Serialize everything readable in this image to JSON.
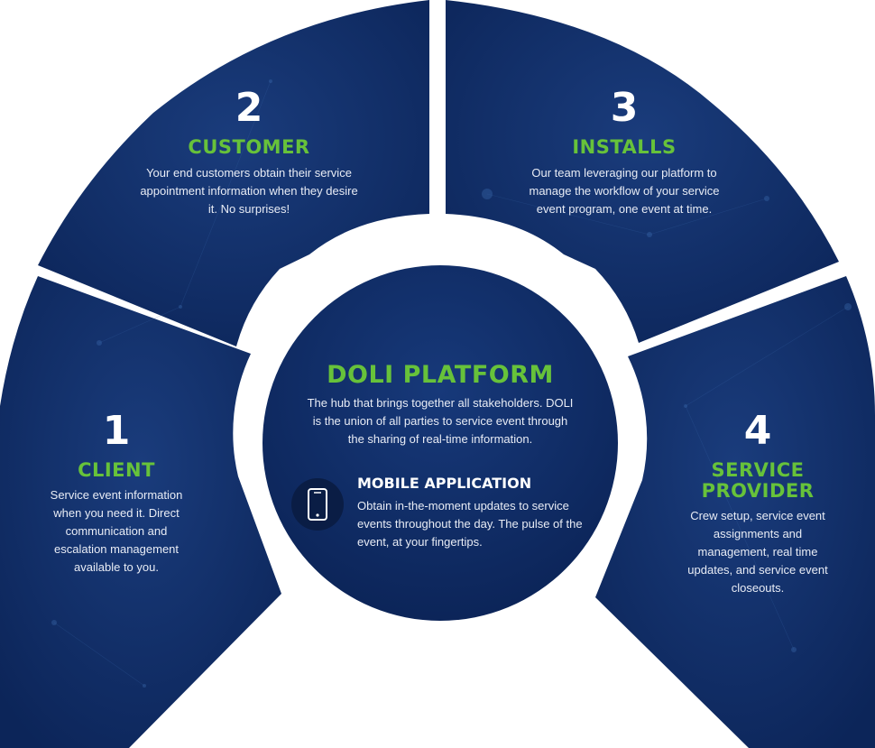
{
  "colors": {
    "panel": "#0e2a63",
    "panel_light": "#1b3d7e",
    "accent_green": "#67c23a",
    "icon_circle": "#0a1d45",
    "background": "#ffffff"
  },
  "segments": [
    {
      "number": "1",
      "title": "CLIENT",
      "title_line2": "",
      "description": "Service event information when you need it. Direct communication and escalation management available to you."
    },
    {
      "number": "2",
      "title": "CUSTOMER",
      "title_line2": "",
      "description": "Your end customers obtain their service appointment information when they desire it. No surprises!"
    },
    {
      "number": "3",
      "title": "INSTALLS",
      "title_line2": "",
      "description": "Our team leveraging our platform to manage the workflow of your service event program, one event at time."
    },
    {
      "number": "4",
      "title": "SERVICE",
      "title_line2": "PROVIDER",
      "description": "Crew setup, service event assignments and management, real time updates, and service event closeouts."
    }
  ],
  "center": {
    "title": "DOLI PLATFORM",
    "description": "The hub that brings together all stakeholders. DOLI is the union of all parties to service event through the sharing of real-time information.",
    "mobile": {
      "icon": "smartphone-icon",
      "title": "MOBILE APPLICATION",
      "description": "Obtain in-the-moment updates to service events throughout the day. The pulse of the event, at your fingertips."
    }
  }
}
